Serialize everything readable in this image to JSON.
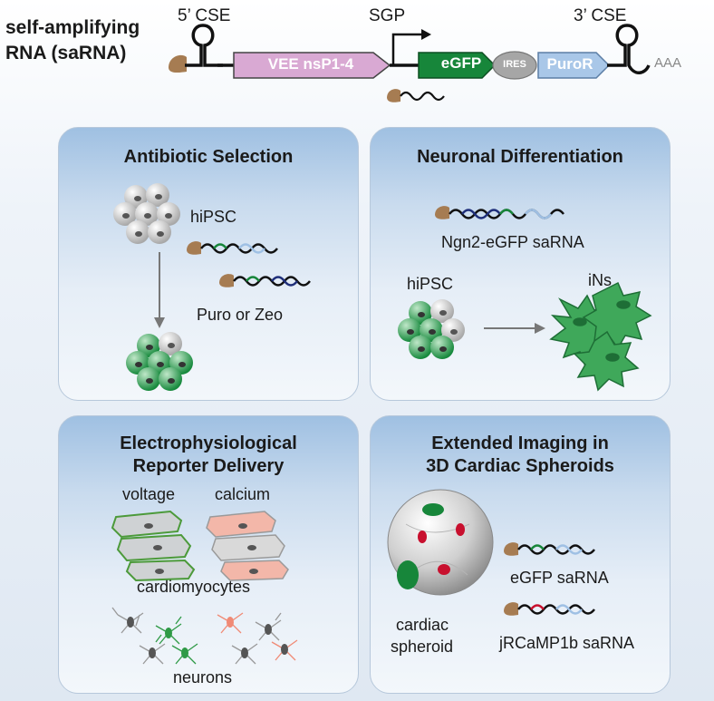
{
  "header": {
    "title_line1": "self-amplifying",
    "title_line2": "RNA (saRNA)",
    "cse5": "5’ CSE",
    "cse3": "3’ CSE",
    "sgp": "SGP",
    "vee": "VEE nsP1-4",
    "egfp": "eGFP",
    "ires": "IRES",
    "puror": "PuroR",
    "polya": "AAA"
  },
  "panels": {
    "antibiotic": {
      "title": "Antibiotic Selection",
      "hipsc": "hiPSC",
      "puro": "Puro or Zeo"
    },
    "neuronal": {
      "title": "Neuronal Differentiation",
      "saRNA": "Ngn2-eGFP saRNA",
      "hipsc": "hiPSC",
      "ins": "iNs"
    },
    "ephys": {
      "title_line1": "Electrophysiological",
      "title_line2": "Reporter Delivery",
      "voltage": "voltage",
      "calcium": "calcium",
      "cardio": "cardiomyocytes",
      "neurons": "neurons"
    },
    "imaging": {
      "title_line1": "Extended Imaging in",
      "title_line2": "3D Cardiac Spheroids",
      "egfp_sarna": "eGFP saRNA",
      "jrcamp": "jRCaMP1b saRNA",
      "cardiac": "cardiac",
      "spheroid": "spheroid"
    }
  },
  "colors": {
    "vee": "#d9a9d3",
    "egfp": "#17863a",
    "ires": "#a6a6a6",
    "puror": "#a9c7e8",
    "cap": "#a67c52",
    "green_cell": "#1f9a45",
    "red": "#c8102e",
    "navy": "#1f2f7a"
  }
}
